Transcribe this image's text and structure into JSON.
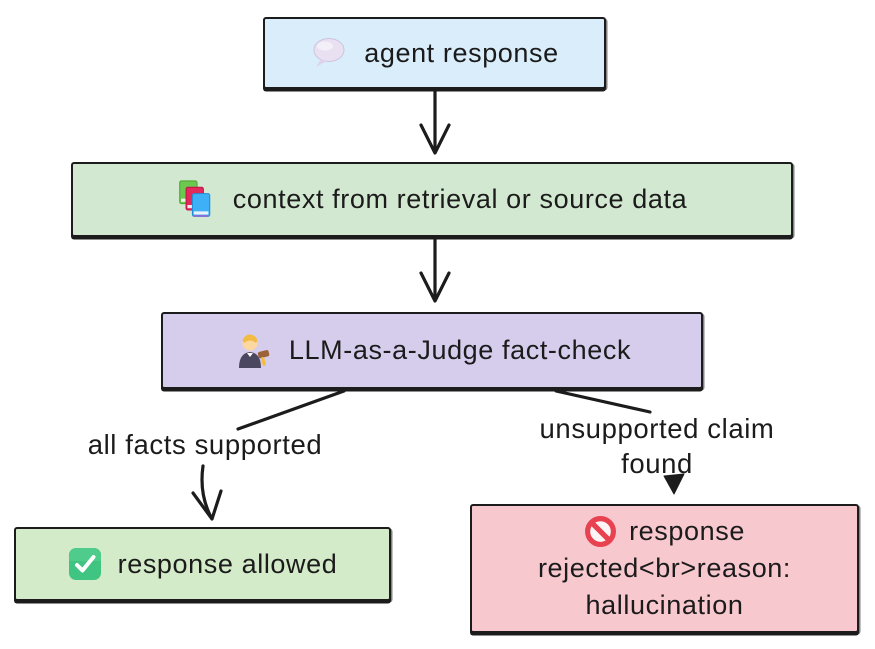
{
  "diagram": {
    "type": "flowchart",
    "background": "#ffffff",
    "stroke_color": "#1c1c1c",
    "text_color": "#1b1b1b"
  },
  "nodes": {
    "agent_response": {
      "label": "agent response",
      "icon": "speech-balloon-icon",
      "fill": "#d9edfb"
    },
    "context": {
      "label": "context from retrieval or source data",
      "icon": "books-icon",
      "fill": "#d3e8d1"
    },
    "judge": {
      "label": "LLM-as-a-Judge fact-check",
      "icon": "judge-icon",
      "fill": "#d6cdec"
    },
    "allowed": {
      "label": "response allowed",
      "icon": "check-mark-button-icon",
      "fill": "#d3ebc8"
    },
    "rejected": {
      "line1": "response",
      "line2": "rejected<br>reason:",
      "line3": "hallucination",
      "icon": "prohibited-icon",
      "fill": "#f8c8cf"
    }
  },
  "edge_labels": {
    "supported": {
      "text": "all facts supported"
    },
    "unsupported": {
      "line1": "unsupported claim",
      "line2": "found"
    }
  }
}
